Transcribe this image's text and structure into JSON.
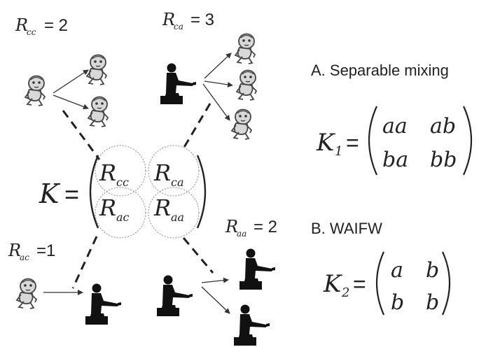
{
  "labels": {
    "r_cc_top": {
      "sym": "R",
      "sub": "cc",
      "eq": "= 2"
    },
    "r_ca_top": {
      "sym": "R",
      "sub": "ca",
      "eq": "= 3"
    },
    "r_ac_bottom": {
      "sym": "R",
      "sub": "ac",
      "eq": "=1"
    },
    "r_aa_bottom": {
      "sym": "R",
      "sub": "aa",
      "eq": "= 2"
    }
  },
  "matrix_k": {
    "name": "K",
    "eq": "=",
    "cells": [
      {
        "sym": "R",
        "sub": "cc"
      },
      {
        "sym": "R",
        "sub": "ca"
      },
      {
        "sym": "R",
        "sub": "ac"
      },
      {
        "sym": "R",
        "sub": "aa"
      }
    ]
  },
  "section_a": {
    "title": "A. Separable mixing",
    "name": "K",
    "sub": "1",
    "eq": "=",
    "cells": [
      "aa",
      "ab",
      "ba",
      "bb"
    ]
  },
  "section_b": {
    "title": "B. WAIFW",
    "name": "K",
    "sub": "2",
    "eq": "=",
    "cells": [
      "a",
      "b",
      "b",
      "b"
    ]
  },
  "colors": {
    "ink": "#222222",
    "circle": "#888888",
    "child_outline": "#444444",
    "child_fill": "#d8d8d8",
    "adult": "#111111"
  },
  "icons": {
    "child": "crawling-baby-icon",
    "adult": "seated-adult-icon"
  }
}
